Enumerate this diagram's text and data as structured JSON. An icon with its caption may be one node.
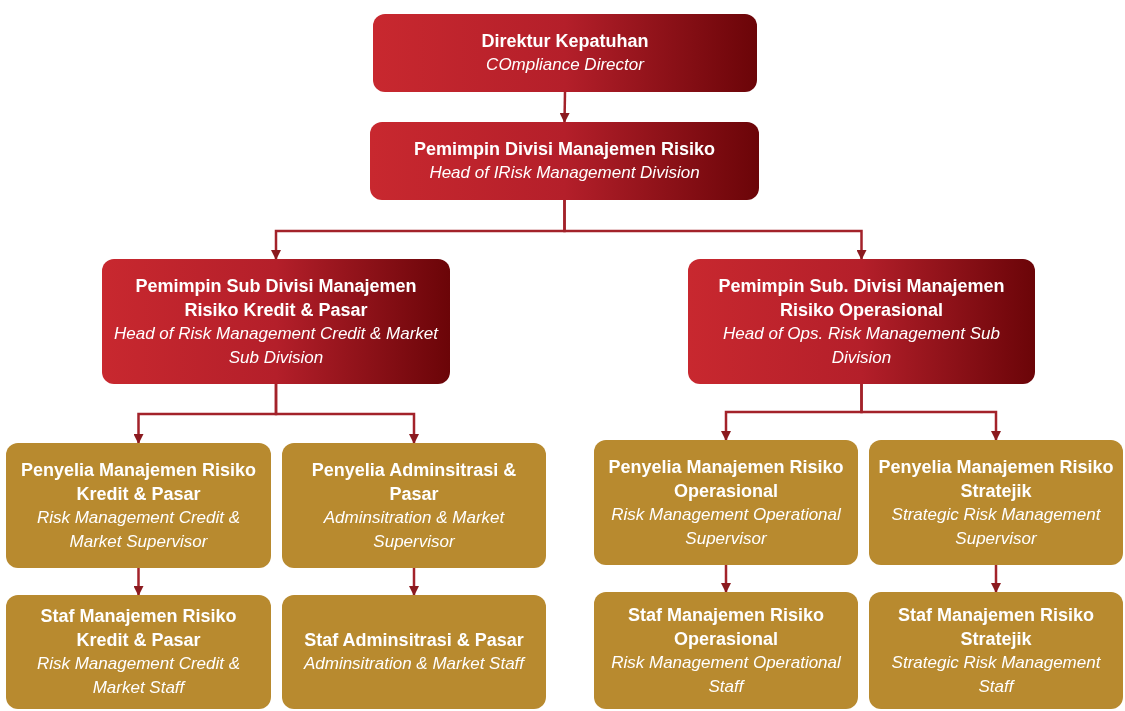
{
  "diagram": {
    "nodes": [
      {
        "text": [
          "Direktur Kepatuhan",
          "COmpliance Director"
        ]
      },
      {
        "text": [
          "Pemimpin Divisi Manajemen Risiko",
          "Head of IRisk Management Division"
        ]
      },
      {
        "text": [
          "Pemimpin Sub Divisi Manajemen Risiko Kredit & Pasar",
          "Head of Risk Management Credit & Market Sub Division"
        ]
      },
      {
        "text": [
          "Pemimpin Sub. Divisi Manajemen Risiko Operasional",
          "Head of Ops. Risk Management Sub Division"
        ]
      },
      {
        "text": [
          "Penyelia Manajemen Risiko Kredit & Pasar",
          "Risk Management Credit & Market Supervisor"
        ]
      },
      {
        "text": [
          "Penyelia Adminsitrasi & Pasar",
          "Adminsitration & Market Supervisor"
        ]
      },
      {
        "text": [
          "Staf Manajemen Risiko Kredit & Pasar",
          "Risk Management Credit & Market Staff"
        ]
      },
      {
        "text": [
          "Staf Adminsitrasi & Pasar",
          "Adminsitration & Market Staff"
        ]
      },
      {
        "text": [
          "Penyelia Manajemen Risiko Operasional",
          "Risk Management Operational Supervisor"
        ]
      },
      {
        "text": [
          "Penyelia Manajemen Risiko Stratejik",
          "Strategic Risk Management Supervisor"
        ]
      },
      {
        "text": [
          "Staf Manajemen Risiko Operasional",
          "Risk Management Operational Staff"
        ]
      },
      {
        "text": [
          "Staf Manajemen Risiko Stratejik",
          "Strategic Risk Management Staff"
        ]
      }
    ],
    "edges": [
      {
        "from": 0,
        "to": 1,
        "arrow": "to"
      },
      {
        "from": 1,
        "to": 2,
        "arrow": "to"
      },
      {
        "from": 1,
        "to": 3,
        "arrow": "to"
      },
      {
        "from": 2,
        "to": 4,
        "arrow": "to"
      },
      {
        "from": 2,
        "to": 5,
        "arrow": "to"
      },
      {
        "from": 3,
        "to": 8,
        "arrow": "to"
      },
      {
        "from": 3,
        "to": 9,
        "arrow": "to"
      },
      {
        "from": 4,
        "to": 6,
        "arrow": "to"
      },
      {
        "from": 5,
        "to": 7,
        "arrow": "to"
      },
      {
        "from": 8,
        "to": 10,
        "arrow": "to"
      },
      {
        "from": 9,
        "to": 11,
        "arrow": "to"
      }
    ]
  }
}
